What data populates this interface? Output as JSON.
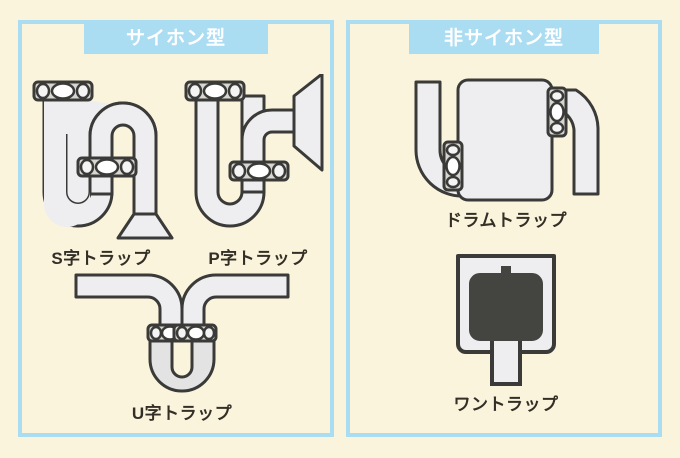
{
  "diagram": {
    "background_color": "#faf4dc",
    "accent_color": "#aadcf2",
    "text_color": "#332f27",
    "pipe_fill": "#eeeef0",
    "pipe_stroke": "#3a3a38",
    "nut_fill": "#d8d6d0",
    "bell_fill": "#444441"
  },
  "panels": [
    {
      "id": "siphon",
      "header": "サイホン型",
      "traps": [
        {
          "id": "s-trap",
          "label": "S字トラップ",
          "icon": "s-trap-icon"
        },
        {
          "id": "p-trap",
          "label": "P字トラップ",
          "icon": "p-trap-icon"
        },
        {
          "id": "u-trap",
          "label": "U字トラップ",
          "icon": "u-trap-icon"
        }
      ]
    },
    {
      "id": "nonsiphon",
      "header": "非サイホン型",
      "traps": [
        {
          "id": "drum-trap",
          "label": "ドラムトラップ",
          "icon": "drum-trap-icon"
        },
        {
          "id": "wan-trap",
          "label": "ワントラップ",
          "icon": "wan-trap-icon"
        }
      ]
    }
  ]
}
